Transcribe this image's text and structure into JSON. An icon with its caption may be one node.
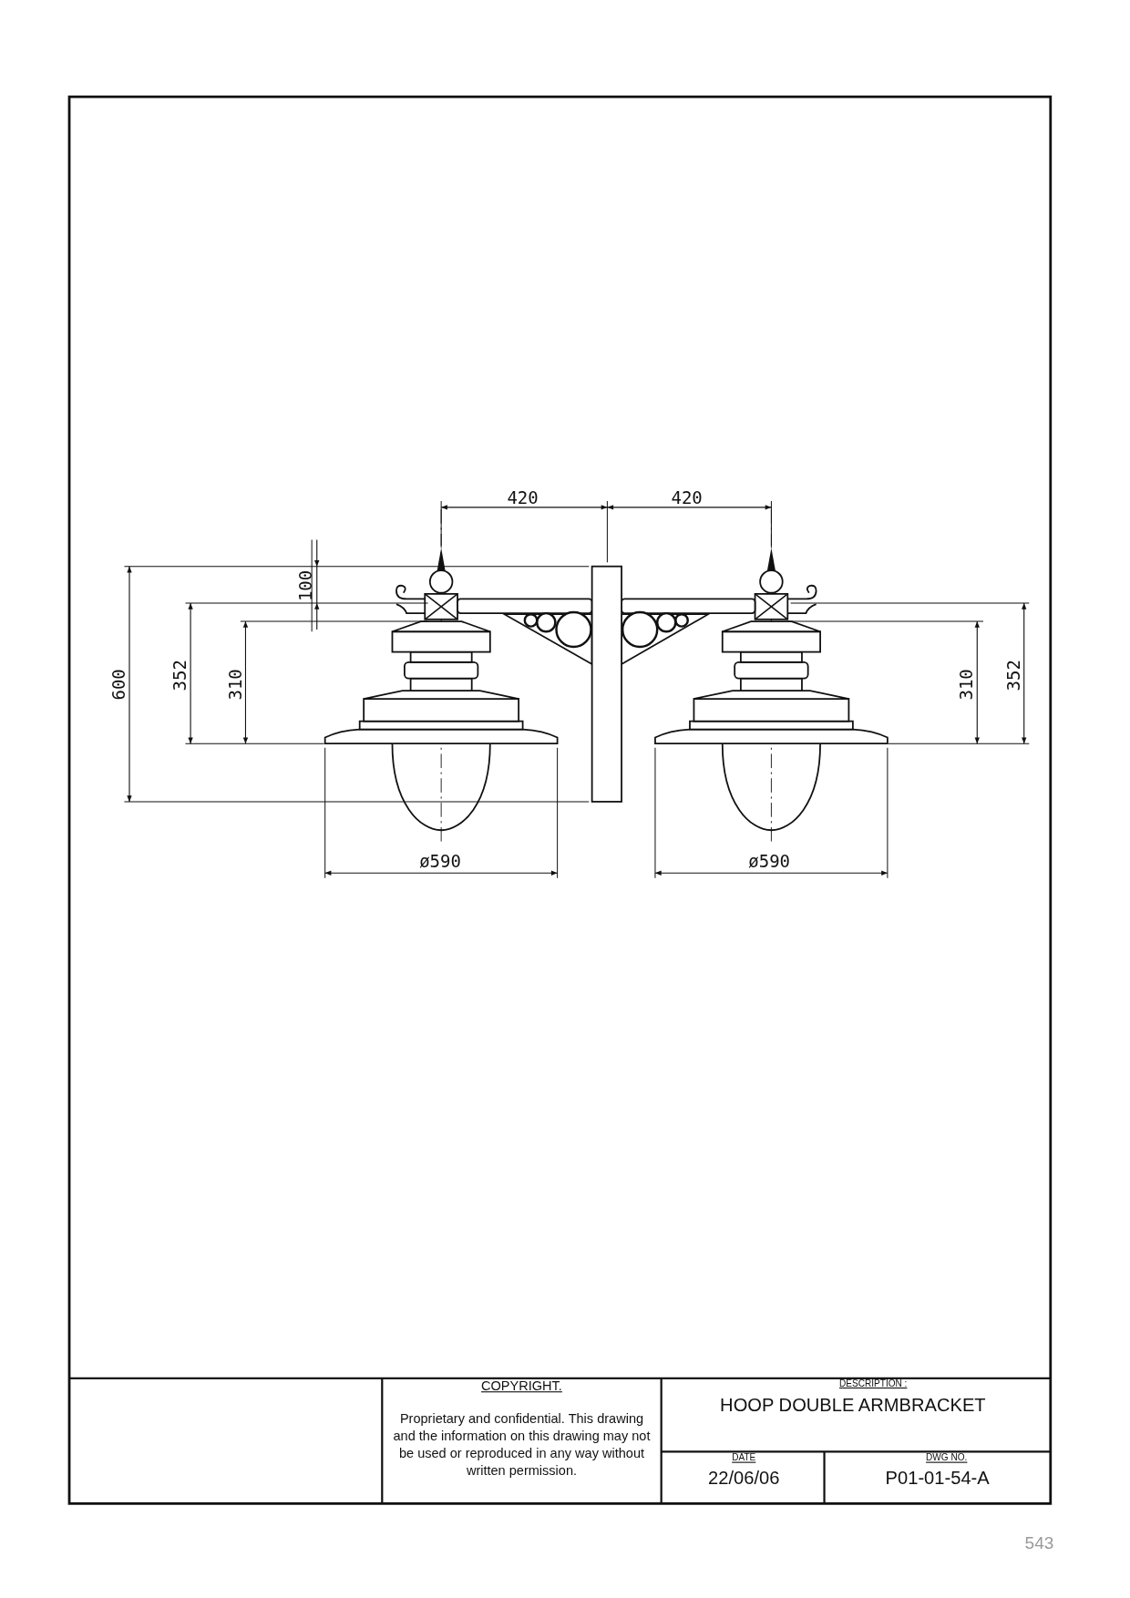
{
  "diagram": {
    "labels": [
      "420",
      "420",
      "100",
      "600",
      "352",
      "310",
      "310",
      "352",
      "ø590",
      "ø590",
      "COPYRIGHT.",
      "Proprietary and confidential. This drawing and the information on this drawing may not be used or reproduced in any way without written permission.",
      "DESCRIPTION :",
      "HOOP DOUBLE ARMBRACKET",
      "DATE",
      "DWG NO.",
      "22/06/06",
      "P01-01-54-A",
      "543"
    ]
  }
}
